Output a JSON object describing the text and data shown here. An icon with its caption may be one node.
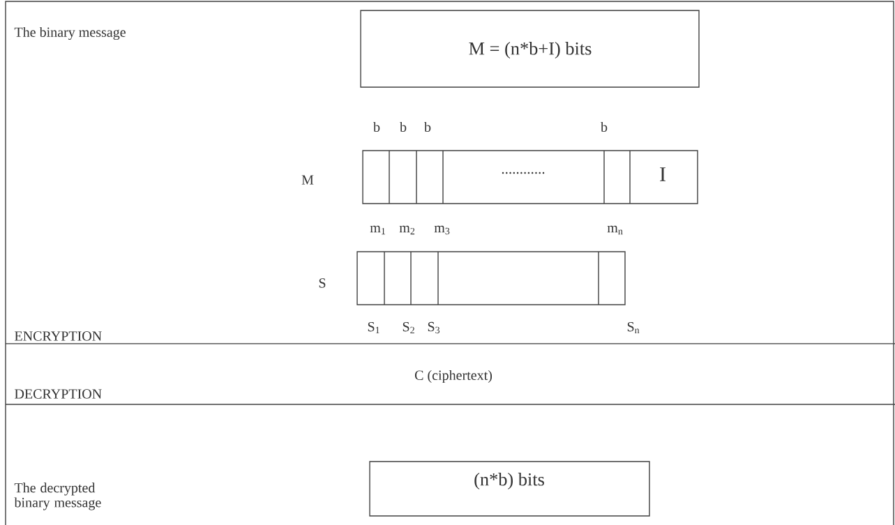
{
  "diagram": {
    "nodes": [
      {
        "text": [
          "M = (n*b+I) bits"
        ]
      },
      {
        "text": [
          "............",
          "I"
        ],
        "beside": [
          "M"
        ]
      },
      {
        "text": [],
        "shape": "bar",
        "beside": [
          "S"
        ]
      },
      {
        "text": [
          "(n*b) bits"
        ]
      }
    ],
    "labels": [
      "The binary message",
      "b",
      "b",
      "b",
      "b",
      "m$_{1}$",
      "m$_{2}$",
      "m$_{3}$",
      "m$_{n}$",
      "S$_{1}$",
      "S$_{2}$",
      "S$_{3}$",
      "S$_{n}$",
      "ENCRYPTION",
      "C (ciphertext)",
      "DECRYPTION",
      "The decrypted binary message"
    ]
  }
}
